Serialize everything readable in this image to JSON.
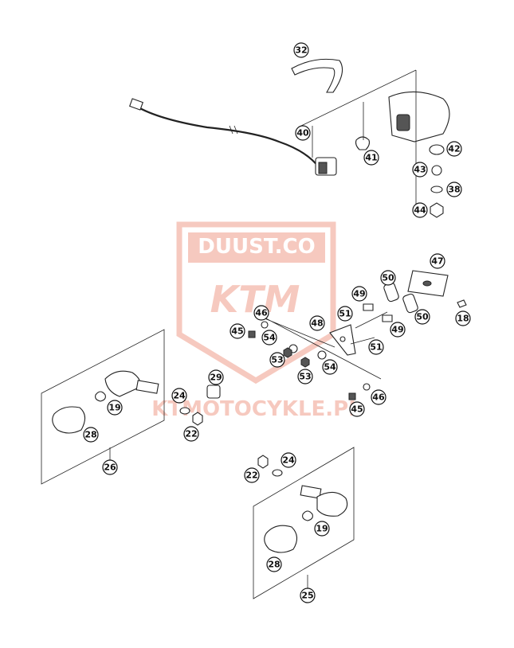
{
  "watermark": {
    "badge_text": "DUUST.CO",
    "brand_text": "KTM",
    "site_text": "KTMOTOCYKLE.PL",
    "color": "#e8674a"
  },
  "callouts": [
    {
      "label": "32"
    },
    {
      "label": "40"
    },
    {
      "label": "41"
    },
    {
      "label": "42"
    },
    {
      "label": "43"
    },
    {
      "label": "38"
    },
    {
      "label": "44"
    },
    {
      "label": "47"
    },
    {
      "label": "50"
    },
    {
      "label": "49"
    },
    {
      "label": "51"
    },
    {
      "label": "48"
    },
    {
      "label": "46"
    },
    {
      "label": "45"
    },
    {
      "label": "54"
    },
    {
      "label": "53"
    },
    {
      "label": "18"
    },
    {
      "label": "49"
    },
    {
      "label": "50"
    },
    {
      "label": "51"
    },
    {
      "label": "54"
    },
    {
      "label": "53"
    },
    {
      "label": "46"
    },
    {
      "label": "45"
    },
    {
      "label": "29"
    },
    {
      "label": "24"
    },
    {
      "label": "22"
    },
    {
      "label": "19"
    },
    {
      "label": "28"
    },
    {
      "label": "26"
    },
    {
      "label": "24"
    },
    {
      "label": "22"
    },
    {
      "label": "19"
    },
    {
      "label": "28"
    },
    {
      "label": "25"
    }
  ]
}
